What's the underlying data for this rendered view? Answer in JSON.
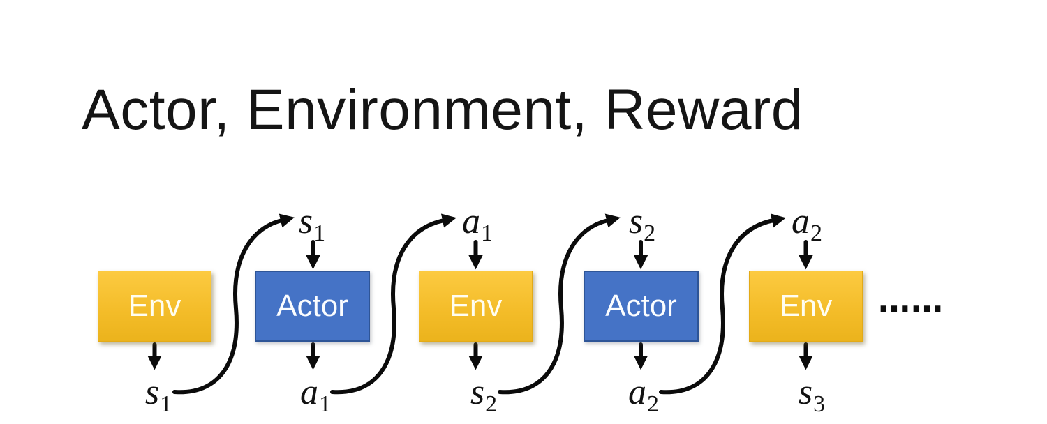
{
  "title": "Actor, Environment, Reward",
  "diagram": {
    "boxes": [
      {
        "label": "Env",
        "type": "env"
      },
      {
        "label": "Actor",
        "type": "actor"
      },
      {
        "label": "Env",
        "type": "env"
      },
      {
        "label": "Actor",
        "type": "actor"
      },
      {
        "label": "Env",
        "type": "env"
      }
    ],
    "top_labels": [
      {
        "base": "s",
        "sub": "1"
      },
      {
        "base": "a",
        "sub": "1"
      },
      {
        "base": "s",
        "sub": "2"
      },
      {
        "base": "a",
        "sub": "2"
      }
    ],
    "bottom_labels": [
      {
        "base": "s",
        "sub": "1"
      },
      {
        "base": "a",
        "sub": "1"
      },
      {
        "base": "s",
        "sub": "2"
      },
      {
        "base": "a",
        "sub": "2"
      },
      {
        "base": "s",
        "sub": "3"
      }
    ],
    "ellipsis": "……",
    "colors": {
      "env_top": "#FCCA41",
      "env_bottom": "#EBB31C",
      "actor_fill": "#4573C6",
      "actor_border": "#2E5597",
      "arrow": "#0B0B0B",
      "background": "#FFFFFF"
    }
  }
}
